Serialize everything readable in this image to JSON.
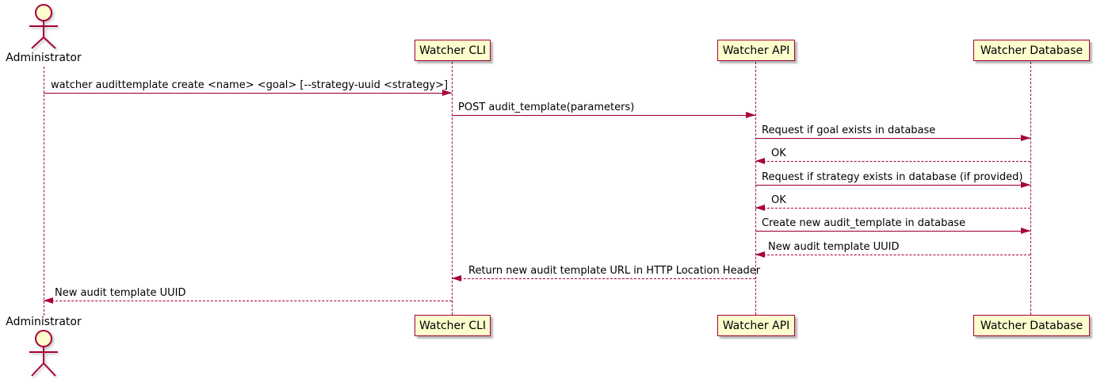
{
  "diagram": {
    "type": "uml-sequence-diagram",
    "accent_color": "#A80036",
    "participant_fill": "#FEFECE",
    "actors": [
      {
        "name": "Administrator"
      }
    ],
    "participants": [
      {
        "label": "Watcher CLI"
      },
      {
        "label": "Watcher API"
      },
      {
        "label": "Watcher Database"
      }
    ],
    "messages": [
      {
        "from": "Administrator",
        "to": "Watcher CLI",
        "style": "solid",
        "label": "watcher audittemplate create <name> <goal> [--strategy-uuid <strategy>]"
      },
      {
        "from": "Watcher CLI",
        "to": "Watcher API",
        "style": "solid",
        "label": "POST audit_template(parameters)"
      },
      {
        "from": "Watcher API",
        "to": "Watcher Database",
        "style": "solid",
        "label": "Request if goal exists in database"
      },
      {
        "from": "Watcher Database",
        "to": "Watcher API",
        "style": "dashed",
        "label": "OK"
      },
      {
        "from": "Watcher API",
        "to": "Watcher Database",
        "style": "solid",
        "label": "Request if strategy exists in database (if provided)"
      },
      {
        "from": "Watcher Database",
        "to": "Watcher API",
        "style": "dashed",
        "label": "OK"
      },
      {
        "from": "Watcher API",
        "to": "Watcher Database",
        "style": "solid",
        "label": "Create new audit_template in database"
      },
      {
        "from": "Watcher Database",
        "to": "Watcher API",
        "style": "dashed",
        "label": "New audit template UUID"
      },
      {
        "from": "Watcher API",
        "to": "Watcher CLI",
        "style": "dashed",
        "label": "Return new audit template URL in HTTP Location Header"
      },
      {
        "from": "Watcher CLI",
        "to": "Administrator",
        "style": "dashed",
        "label": "New audit template UUID"
      }
    ]
  }
}
